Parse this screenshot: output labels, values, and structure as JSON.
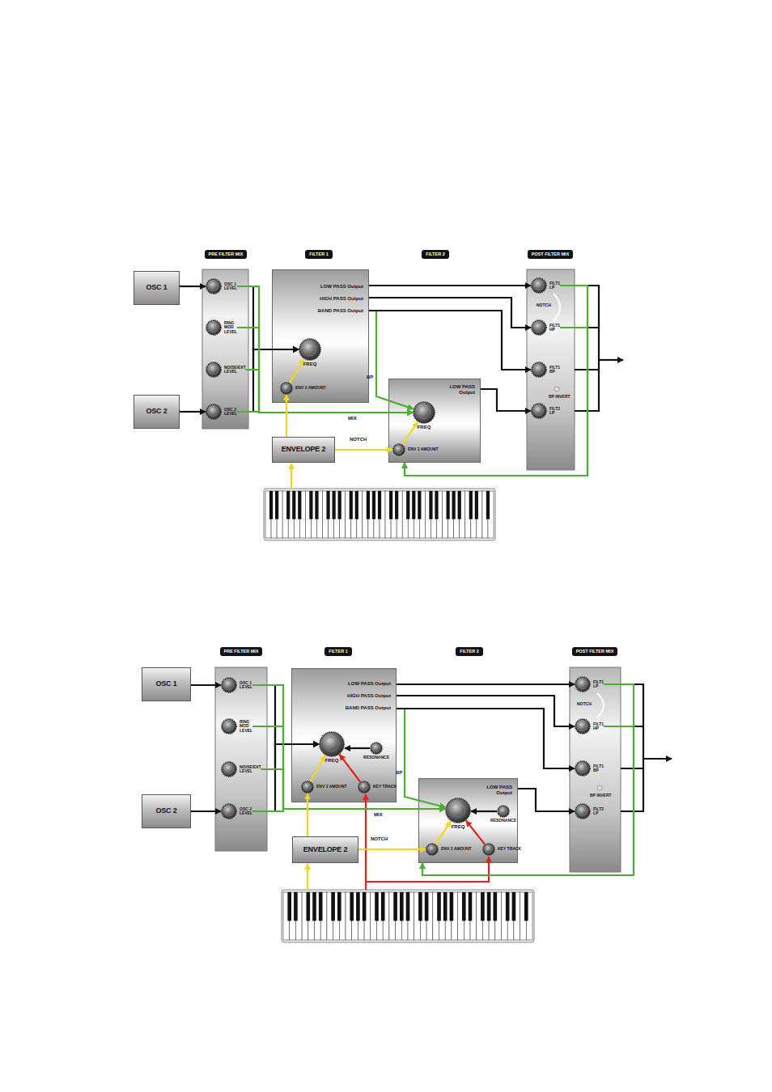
{
  "diagram": {
    "nodes": [
      {
        "text": [
          "PRE FILTER MIX"
        ]
      },
      {
        "text": [
          "FILTER 1"
        ]
      },
      {
        "text": [
          "FILTER 2"
        ]
      },
      {
        "text": [
          "POST FILTER MIX"
        ]
      },
      {
        "text": [
          "OSC 1"
        ]
      },
      {
        "text": [
          "OSC 2"
        ]
      },
      {
        "text": [
          "OSC 1 LEVEL"
        ]
      },
      {
        "text": [
          "RING MOD LEVEL"
        ]
      },
      {
        "text": [
          "NOISE/EXT LEVEL"
        ]
      },
      {
        "text": [
          "OSC 2 LEVEL"
        ]
      },
      {
        "text": [
          "LOW PASS Output",
          "HIGH PASS Output",
          "BAND PASS Output"
        ]
      },
      {
        "text": [
          "FREQ"
        ],
        "in": 10
      },
      {
        "text": [
          "ENV 2 AMOUNT"
        ],
        "in": 10
      },
      {
        "text": [
          "LOW PASS Output"
        ]
      },
      {
        "text": [
          "FREQ"
        ],
        "in": 13
      },
      {
        "text": [
          "ENV 2 AMOUNT"
        ],
        "in": 13
      },
      {
        "text": [
          "ENVELOPE 2"
        ]
      },
      {
        "text": [
          "FILT1 LP"
        ]
      },
      {
        "text": [
          "FILT1 HP"
        ]
      },
      {
        "text": [
          "FILT1 BP"
        ]
      },
      {
        "text": [
          "FILT2 LP"
        ]
      },
      {
        "text": [
          "PRE FILTER MIX"
        ]
      },
      {
        "text": [
          "FILTER 1"
        ]
      },
      {
        "text": [
          "FILTER 2"
        ]
      },
      {
        "text": [
          "POST FILTER MIX"
        ]
      },
      {
        "text": [
          "OSC 1"
        ]
      },
      {
        "text": [
          "OSC 2"
        ]
      },
      {
        "text": [
          "OSC 1 LEVEL"
        ]
      },
      {
        "text": [
          "RING MOD LEVEL"
        ]
      },
      {
        "text": [
          "NOISE/EXT LEVEL"
        ]
      },
      {
        "text": [
          "OSC 2 LEVEL"
        ]
      },
      {
        "text": [
          "LOW PASS Output",
          "HIGH PASS Output",
          "BAND PASS Output"
        ]
      },
      {
        "text": [
          "FREQ"
        ],
        "in": 31
      },
      {
        "text": [
          "RESONANCE"
        ],
        "in": 31
      },
      {
        "text": [
          "ENV 2 AMOUNT"
        ],
        "in": 31
      },
      {
        "text": [
          "KEY TRACK"
        ],
        "in": 31
      },
      {
        "text": [
          "LOW PASS Output"
        ]
      },
      {
        "text": [
          "FREQ"
        ],
        "in": 36
      },
      {
        "text": [
          "RESONANCE"
        ],
        "in": 36
      },
      {
        "text": [
          "ENV 2 AMOUNT"
        ],
        "in": 36
      },
      {
        "text": [
          "KEY TRACK"
        ],
        "in": 36
      },
      {
        "text": [
          "ENVELOPE 2"
        ]
      },
      {
        "text": [
          "FILT1 LP"
        ]
      },
      {
        "text": [
          "FILT1 HP"
        ]
      },
      {
        "text": [
          "FILT1 BP"
        ]
      },
      {
        "text": [
          "FILT2 LP"
        ]
      }
    ],
    "edges": [
      {
        "from": 4,
        "to": 6,
        "arrow": "to"
      },
      {
        "from": 5,
        "to": 9,
        "arrow": "to"
      },
      {
        "from": 6,
        "to": 11,
        "arrow": "to"
      },
      {
        "from": 7,
        "to": 11,
        "arrow": "to"
      },
      {
        "from": 8,
        "to": 11,
        "arrow": "to"
      },
      {
        "from": 9,
        "to": 11,
        "arrow": "to"
      },
      {
        "from": 6,
        "to": 14,
        "arrow": "to"
      },
      {
        "from": 7,
        "to": 14,
        "arrow": "to"
      },
      {
        "from": 8,
        "to": 14,
        "arrow": "to"
      },
      {
        "from": 9,
        "to": 14,
        "arrow": "to"
      },
      {
        "from": 10,
        "to": 14,
        "arrow": "to"
      },
      {
        "from": 17,
        "to": 13,
        "arrow": "to"
      },
      {
        "from": 18,
        "to": 13,
        "arrow": "to"
      },
      {
        "from": 10,
        "to": 17,
        "arrow": "to"
      },
      {
        "from": 10,
        "to": 18,
        "arrow": "to"
      },
      {
        "from": 10,
        "to": 19,
        "arrow": "to"
      },
      {
        "from": 13,
        "to": 20,
        "arrow": "to"
      },
      {
        "from": 16,
        "to": 12,
        "arrow": "to"
      },
      {
        "from": 16,
        "to": 15,
        "arrow": "to"
      },
      {
        "from": 12,
        "to": 11,
        "arrow": "to"
      },
      {
        "from": 15,
        "to": 14,
        "arrow": "to"
      },
      {
        "from": 25,
        "to": 27,
        "arrow": "to"
      },
      {
        "from": 26,
        "to": 30,
        "arrow": "to"
      },
      {
        "from": 27,
        "to": 32,
        "arrow": "to"
      },
      {
        "from": 28,
        "to": 32,
        "arrow": "to"
      },
      {
        "from": 29,
        "to": 32,
        "arrow": "to"
      },
      {
        "from": 30,
        "to": 32,
        "arrow": "to"
      },
      {
        "from": 27,
        "to": 37,
        "arrow": "to"
      },
      {
        "from": 28,
        "to": 37,
        "arrow": "to"
      },
      {
        "from": 29,
        "to": 37,
        "arrow": "to"
      },
      {
        "from": 30,
        "to": 37,
        "arrow": "to"
      },
      {
        "from": 31,
        "to": 37,
        "arrow": "to"
      },
      {
        "from": 42,
        "to": 36,
        "arrow": "to"
      },
      {
        "from": 43,
        "to": 36,
        "arrow": "to"
      },
      {
        "from": 31,
        "to": 42,
        "arrow": "to"
      },
      {
        "from": 31,
        "to": 43,
        "arrow": "to"
      },
      {
        "from": 31,
        "to": 44,
        "arrow": "to"
      },
      {
        "from": 36,
        "to": 45,
        "arrow": "to"
      },
      {
        "from": 41,
        "to": 34,
        "arrow": "to"
      },
      {
        "from": 41,
        "to": 39,
        "arrow": "to"
      },
      {
        "from": 34,
        "to": 32,
        "arrow": "to"
      },
      {
        "from": 39,
        "to": 37,
        "arrow": "to"
      },
      {
        "from": 33,
        "to": 32,
        "arrow": "to"
      },
      {
        "from": 38,
        "to": 37,
        "arrow": "to"
      },
      {
        "from": 35,
        "to": 32,
        "arrow": "to"
      },
      {
        "from": 40,
        "to": 37,
        "arrow": "to"
      }
    ],
    "labels": [
      "BP",
      "MIX",
      "NOTCH",
      "NOTCH",
      "BP INVERT",
      "BP",
      "MIX",
      "NOTCH",
      "NOTCH",
      "BP INVERT"
    ]
  }
}
